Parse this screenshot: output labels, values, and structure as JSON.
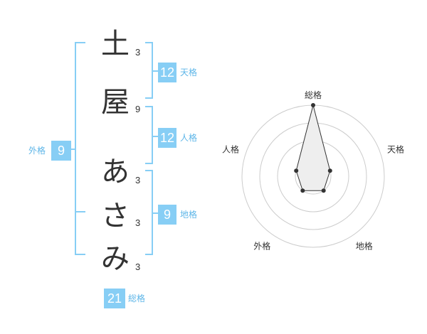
{
  "name": {
    "characters": [
      {
        "char": "土",
        "strokes": "3"
      },
      {
        "char": "屋",
        "strokes": "9"
      },
      {
        "char": "あ",
        "strokes": "3"
      },
      {
        "char": "さ",
        "strokes": "3"
      },
      {
        "char": "み",
        "strokes": "3"
      }
    ]
  },
  "kakusu": {
    "tenkaku": {
      "value": "12",
      "label": "天格"
    },
    "jinkaku": {
      "value": "12",
      "label": "人格"
    },
    "chikaku": {
      "value": "9",
      "label": "地格"
    },
    "gaikaku": {
      "value": "9",
      "label": "外格"
    },
    "soukaku": {
      "value": "21",
      "label": "総格"
    }
  },
  "radar": {
    "axes": [
      "総格",
      "天格",
      "地格",
      "外格",
      "人格"
    ],
    "values": [
      4,
      1,
      1,
      1,
      1
    ],
    "max": 4,
    "colors": {
      "ring": "#cccccc",
      "fill": "#eeeeee",
      "line": "#333333"
    }
  }
}
